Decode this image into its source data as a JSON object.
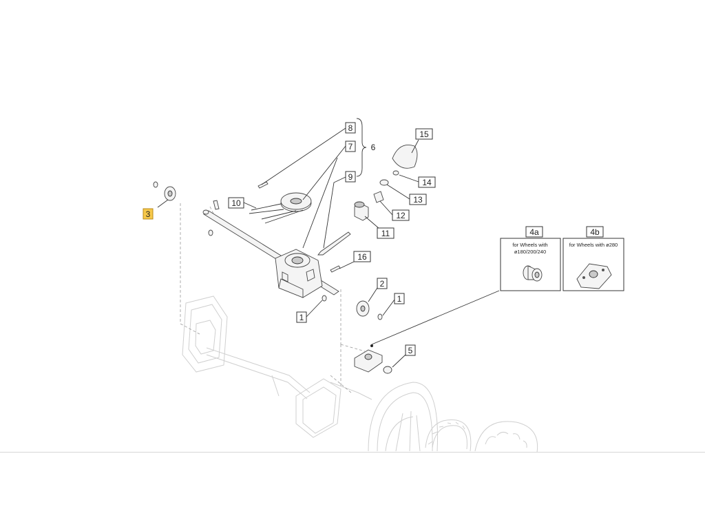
{
  "callouts": {
    "c1a": "1",
    "c1b": "1",
    "c2": "2",
    "c3": "3",
    "c5": "5",
    "c6": "6",
    "c7": "7",
    "c8": "8",
    "c9": "9",
    "c10": "10",
    "c11": "11",
    "c12": "12",
    "c13": "13",
    "c14": "14",
    "c15": "15",
    "c16": "16",
    "c4a": "4a",
    "c4b": "4b"
  },
  "variants": {
    "a": {
      "line1": "for Wheels with",
      "line2": "ø180/200/240"
    },
    "b": {
      "line1": "for Wheels with ø280"
    }
  },
  "highlight_color": "#f6c84a"
}
